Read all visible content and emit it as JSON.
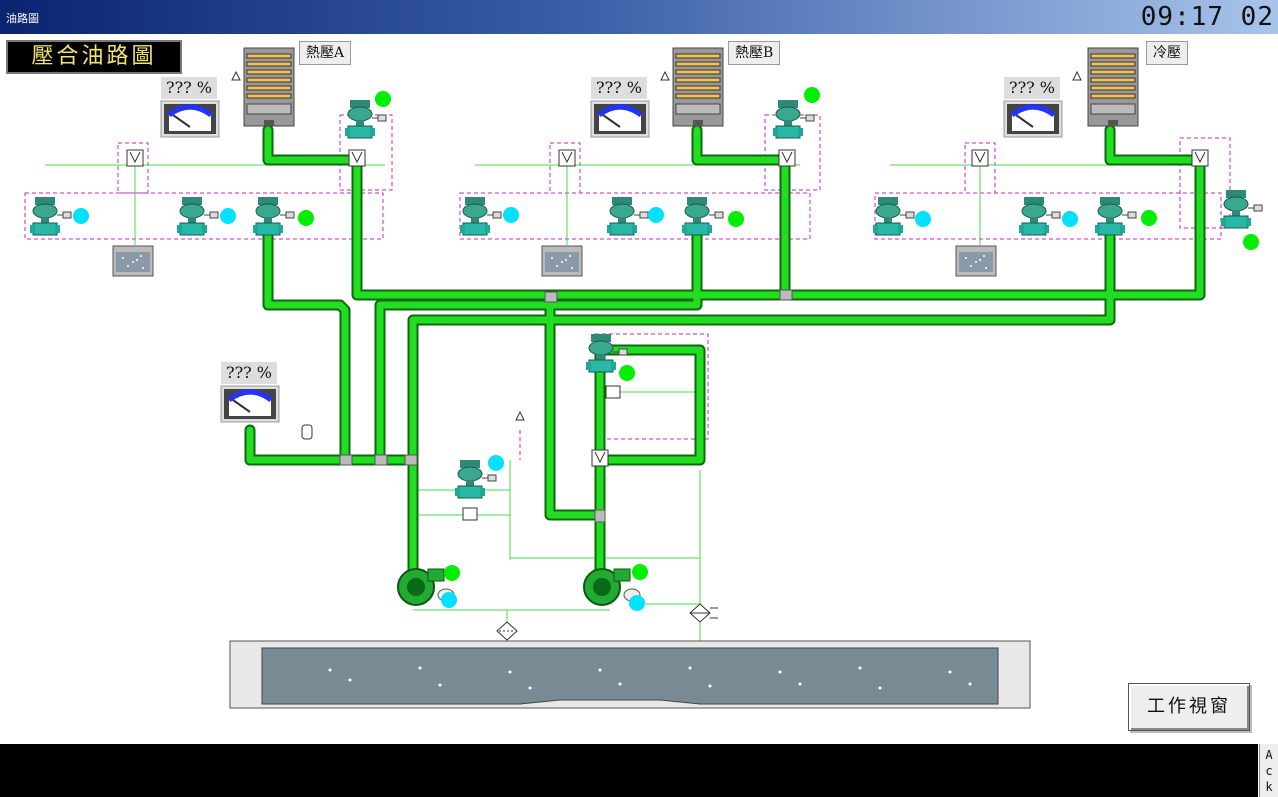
{
  "window": {
    "title": "油路圖",
    "clock": "09:17 02"
  },
  "page_title": "壓合油路圖",
  "presses": [
    {
      "label": "熱壓A",
      "percent": "??? %"
    },
    {
      "label": "熱壓B",
      "percent": "??? %"
    },
    {
      "label": "冷壓",
      "percent": "??? %"
    }
  ],
  "main_pressure": {
    "percent": "??? %"
  },
  "work_window_button": "工作視窗",
  "ack_button": "Ack",
  "colors": {
    "pipe": "#22cc22",
    "pipe_outline": "#0c6a0c",
    "valve": "#2e9a86",
    "status_green": "#00ee00",
    "status_cyan": "#00e0ff",
    "signal_line": "#cc22cc",
    "title_text": "#f3e46c"
  }
}
